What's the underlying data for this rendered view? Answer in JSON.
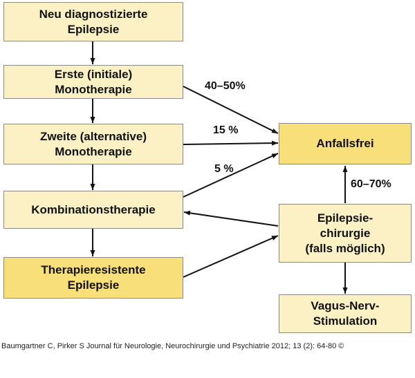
{
  "nodes": {
    "new_epilepsy": "Neu diagnostizierte\nEpilepsie",
    "first_mono": "Erste (initiale)\nMonotherapie",
    "second_mono": "Zweite (alternative)\nMonotherapie",
    "combination": "Kombinationstherapie",
    "resistant": "Therapieresistente\nEpilepsie",
    "seizure_free": "Anfallsfrei",
    "surgery": "Epilepsie-\nchirurgie\n(falls möglich)",
    "vns": "Vagus-Nerv-\nStimulation"
  },
  "edge_labels": {
    "first_to_free": "40–50%",
    "second_to_free": "15 %",
    "combo_to_free": "5 %",
    "surgery_to_free": "60–70%"
  },
  "citation": "Baumgartner C, Pirker S Journal für Neurologie, Neurochirurgie und Psychiatrie 2012; 13 (2): 64-80 ©",
  "colors": {
    "box_fill": "#fbf1c4",
    "box_highlight_fill": "#f8df79",
    "box_border": "#8a8a8a",
    "arrow": "#111111"
  }
}
